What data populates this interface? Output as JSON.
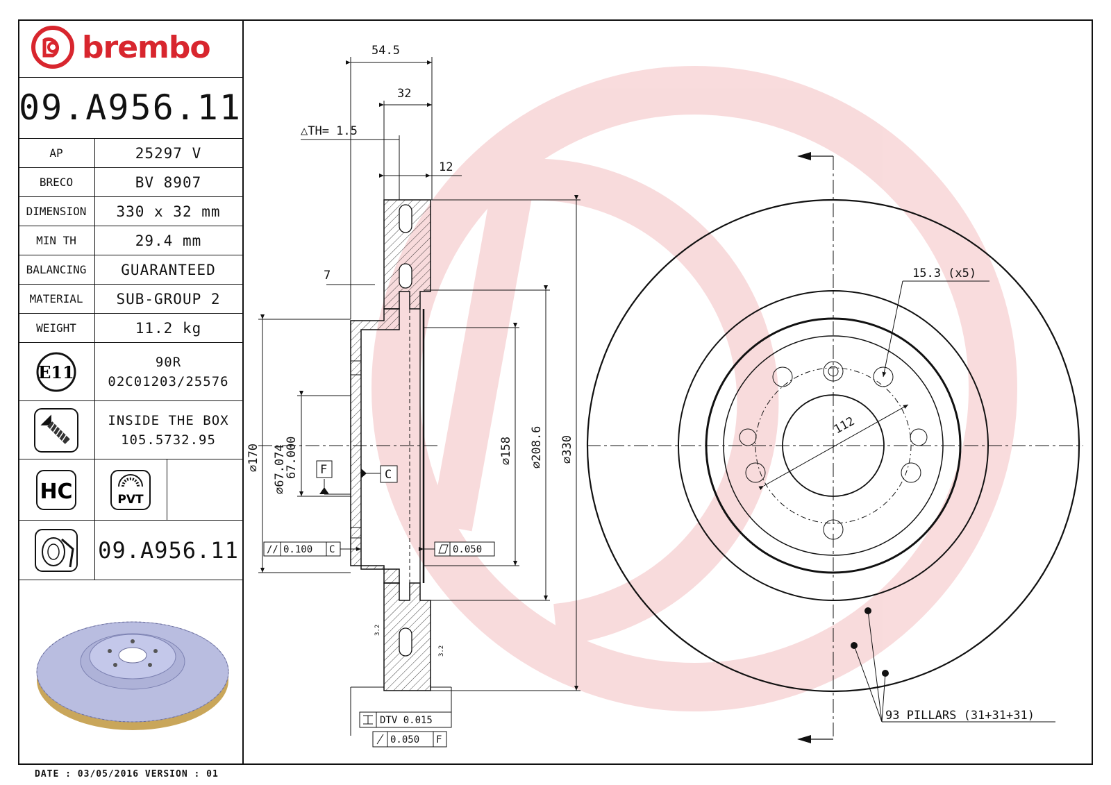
{
  "brand": {
    "name": "brembo",
    "color": "#d8262e"
  },
  "part_number": "09.A956.11",
  "specs": [
    {
      "label": "AP",
      "value": "25297 V"
    },
    {
      "label": "BRECO",
      "value": "BV 8907"
    },
    {
      "label": "DIMENSION",
      "value": "330 x 32 mm"
    },
    {
      "label": "MIN TH",
      "value": "29.4 mm"
    },
    {
      "label": "BALANCING",
      "value": "GUARANTEED"
    },
    {
      "label": "MATERIAL",
      "value": "SUB-GROUP 2"
    },
    {
      "label": "WEIGHT",
      "value": "11.2 kg"
    }
  ],
  "homologation": {
    "badge": "E11",
    "line1": "90R",
    "line2": "02C01203/25576"
  },
  "inside_box": {
    "line1": "INSIDE THE BOX",
    "line2": "105.5732.95",
    "icon": "screw-icon"
  },
  "badges": {
    "hc": "HC",
    "pvt": "PVT"
  },
  "bottom_part_number": "09.A956.11",
  "footer": "DATE : 03/05/2016 VERSION : 01",
  "dimensions": {
    "overall_width": "54.5",
    "disc_thickness": "32",
    "delta_th": "△TH= 1.5",
    "vent_width": "12",
    "hat_offset": "7",
    "d170": "⌀170",
    "d67_074": "⌀67.074",
    "d67_000": "67.000",
    "d158": "⌀158",
    "d208": "⌀208.6",
    "d330": "⌀330",
    "bolt_holes": "15.3 (x5)",
    "pcd": "112",
    "pillars": "93 PILLARS (31+31+31)",
    "datum_f": "F",
    "datum_c": "C",
    "runout_value": "0.100",
    "runout_datum": "C",
    "flatness_value": "0.050",
    "dtv": "DTV 0.015",
    "axial_runout_value": "0.050",
    "axial_runout_datum": "F",
    "roughness": "3.2"
  }
}
